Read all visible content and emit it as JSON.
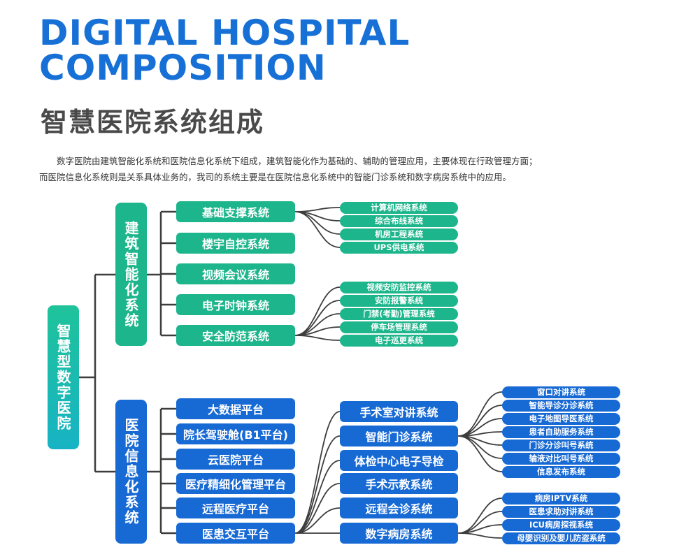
{
  "title_en": [
    "DIGITAL HOSPITAL",
    "COMPOSITION"
  ],
  "title_cn": "智慧医院系统组成",
  "intro": [
    "　　数字医院由建筑智能化系统和医院信息化系统下组成，建筑智能化作为基础的、辅助的管理应用，主要体现在行政管理方面；",
    "而医院信息化系统则是关系具体业务的，我司的系统主要是在医院信息化系统中的智能门诊系统和数字病房系统中的应用。"
  ],
  "root": "智慧型数字医院",
  "building": {
    "label": "建筑智能化系统",
    "items": [
      "基础支撑系统",
      "楼宇自控系统",
      "视频会议系统",
      "电子时钟系统",
      "安全防范系统"
    ],
    "basic_children": [
      "计算机网络系统",
      "综合布线系统",
      "机房工程系统",
      "UPS供电系统"
    ],
    "security_children": [
      "视频安防监控系统",
      "安防报警系统",
      "门禁(考勤)管理系统",
      "停车场管理系统",
      "电子巡更系统"
    ]
  },
  "info": {
    "label": "医院信息化系统",
    "items": [
      "大数据平台",
      "院长驾驶舱(B1平台)",
      "云医院平台",
      "医疗精细化管理平台",
      "远程医疗平台",
      "医患交互平台"
    ],
    "interaction_children": [
      "手术室对讲系统",
      "智能门诊系统",
      "体检中心电子导检",
      "手术示教系统",
      "远程会诊系统",
      "数字病房系统"
    ],
    "clinic_children": [
      "窗口对讲系统",
      "智能导诊分诊系统",
      "电子地图导医系统",
      "患者自助服务系统",
      "门诊分诊叫号系统",
      "输液对比叫号系统",
      "信息发布系统"
    ],
    "ward_children": [
      "病房IPTV系统",
      "医患求助对讲系统",
      "ICU病房探视系统",
      "母婴识别及婴儿防盗系统"
    ]
  },
  "colors": {
    "title": "#1670d6",
    "green": "#1db58b",
    "blue": "#1769d4"
  }
}
